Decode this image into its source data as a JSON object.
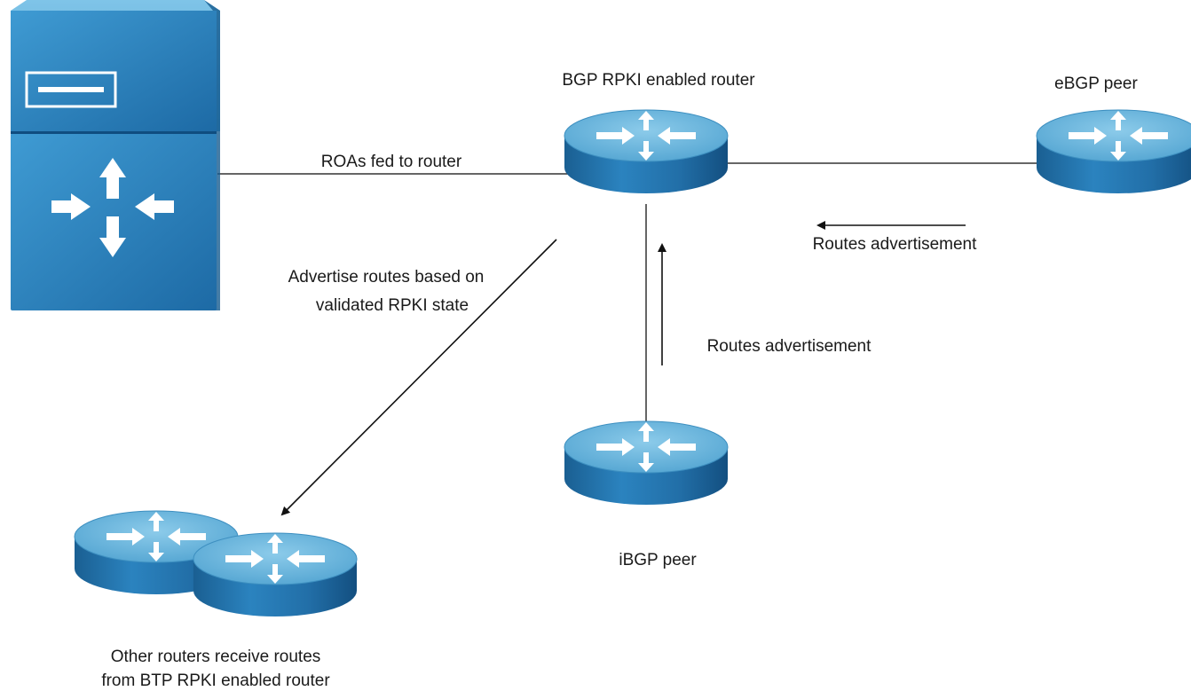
{
  "labels": {
    "core_router": "BGP RPKI enabled router",
    "ebgp_peer": "eBGP peer",
    "ibgp_peer": "iBGP peer",
    "roa_feed": "ROAs fed to router",
    "routes_adv_ebgp": "Routes advertisement",
    "routes_adv_ibgp": "Routes advertisement",
    "advertise_line1": "Advertise routes based on",
    "advertise_line2": "validated RPKI state",
    "other_line1": "Other routers receive routes",
    "other_line2": "from BTP RPKI enabled router"
  },
  "nodes": {
    "rpki_server": {
      "icon": "rpki-validator-server-icon"
    },
    "core_router": {
      "icon": "router-icon"
    },
    "ebgp_router": {
      "icon": "router-icon"
    },
    "ibgp_router": {
      "icon": "router-icon"
    },
    "other_routers": {
      "icon": "router-icon",
      "count": 2
    }
  },
  "colors": {
    "device_top": "#5aaed6",
    "device_side": "#1f6fa8",
    "device_dark": "#0f4d80",
    "line": "#333333"
  }
}
